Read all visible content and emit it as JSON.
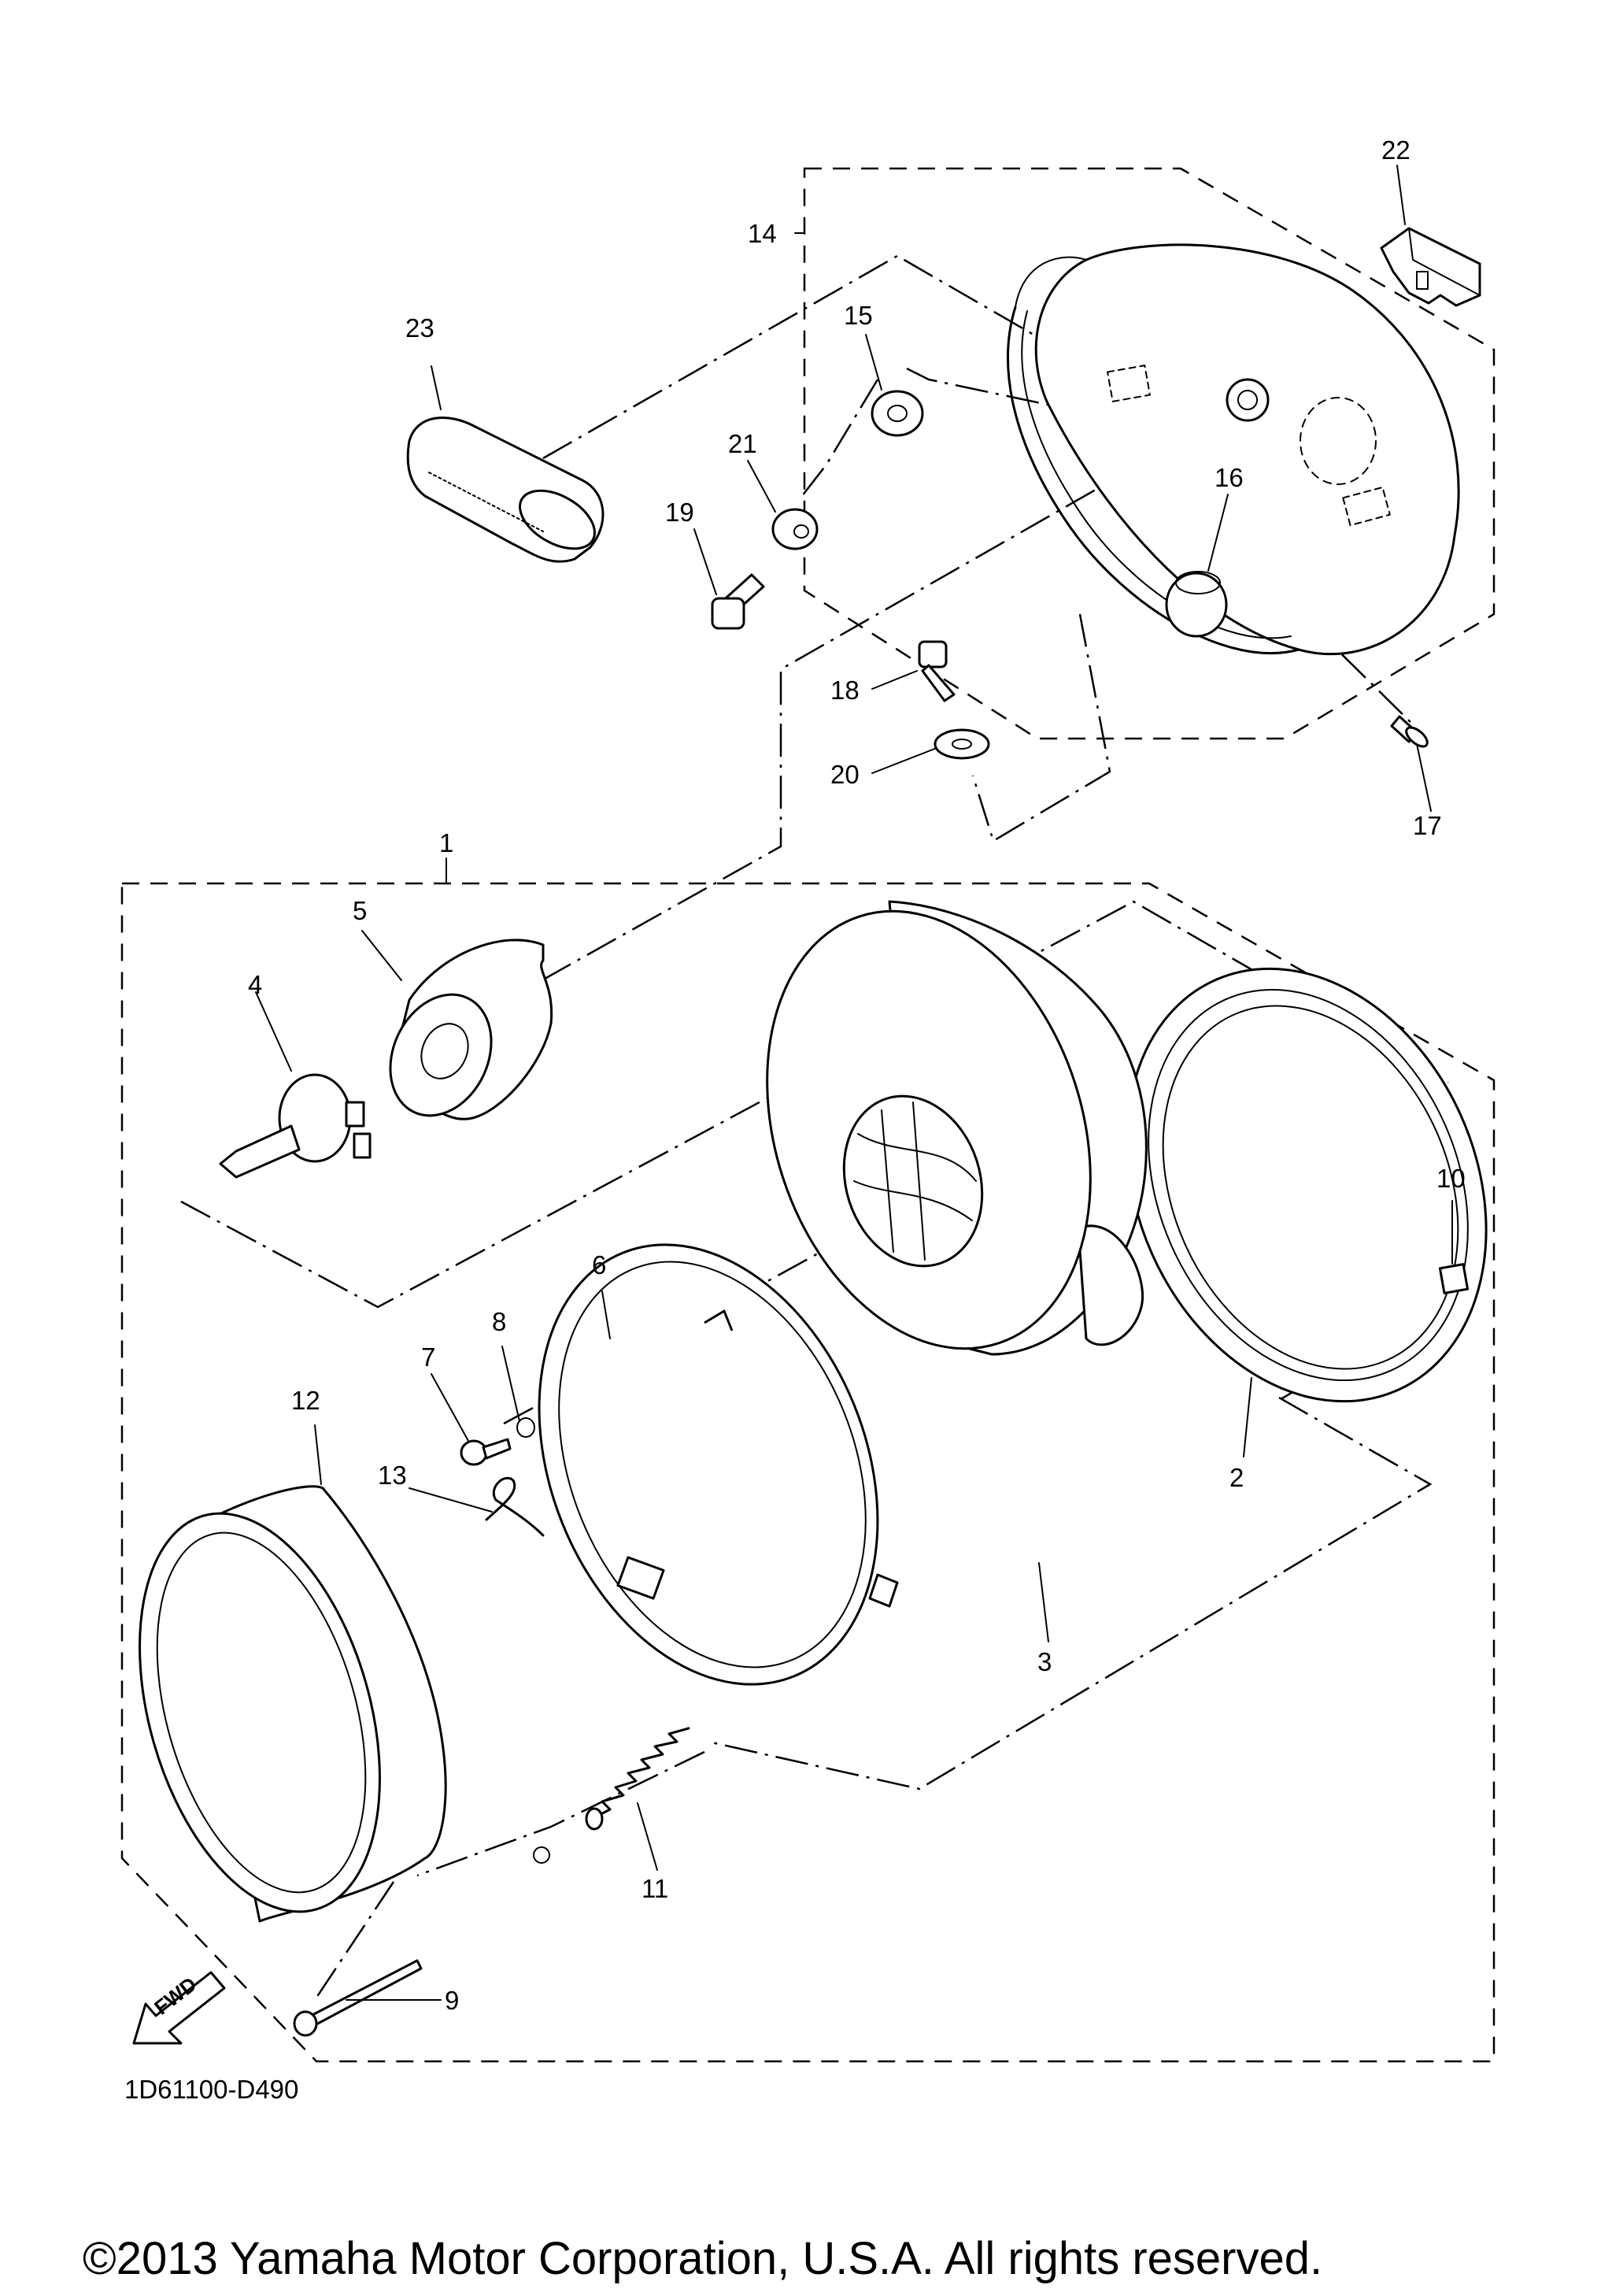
{
  "diagram": {
    "callouts": [
      {
        "id": "1",
        "label": "1"
      },
      {
        "id": "2",
        "label": "2"
      },
      {
        "id": "3",
        "label": "3"
      },
      {
        "id": "4",
        "label": "4"
      },
      {
        "id": "5",
        "label": "5"
      },
      {
        "id": "6",
        "label": "6"
      },
      {
        "id": "7",
        "label": "7"
      },
      {
        "id": "8",
        "label": "8"
      },
      {
        "id": "9",
        "label": "9"
      },
      {
        "id": "10",
        "label": "10"
      },
      {
        "id": "11",
        "label": "11"
      },
      {
        "id": "12",
        "label": "12"
      },
      {
        "id": "13",
        "label": "13"
      },
      {
        "id": "14",
        "label": "14"
      },
      {
        "id": "15",
        "label": "15"
      },
      {
        "id": "16",
        "label": "16"
      },
      {
        "id": "17",
        "label": "17"
      },
      {
        "id": "18",
        "label": "18"
      },
      {
        "id": "19",
        "label": "19"
      },
      {
        "id": "20",
        "label": "20"
      },
      {
        "id": "21",
        "label": "21"
      },
      {
        "id": "22",
        "label": "22"
      },
      {
        "id": "23",
        "label": "23"
      }
    ],
    "fwd_label": "FWD",
    "figure_code": "1D61100-D490",
    "copyright": "©2013 Yamaha Motor Corporation, U.S.A. All rights reserved."
  },
  "colors": {
    "ink": "#000000",
    "paper": "#ffffff"
  }
}
